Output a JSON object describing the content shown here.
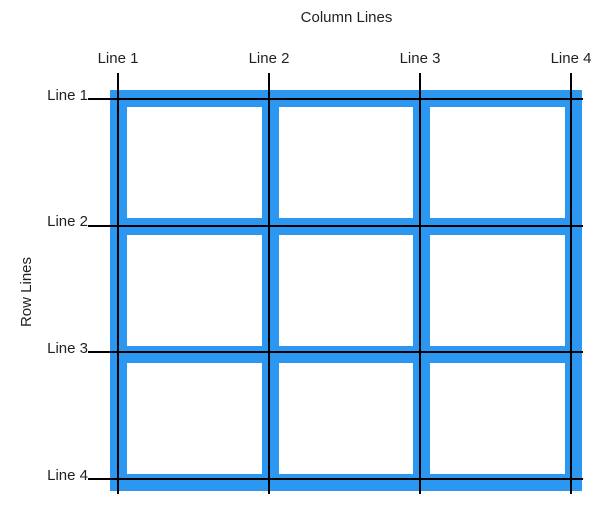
{
  "title": "Column Lines",
  "axis_left_title": "Row Lines",
  "column_lines": {
    "labels": [
      "Line 1",
      "Line 2",
      "Line 3",
      "Line 4"
    ]
  },
  "row_lines": {
    "labels": [
      "Line 1",
      "Line 2",
      "Line 3",
      "Line 4"
    ]
  },
  "grid": {
    "rows": 3,
    "cols": 3,
    "cell_count": 9
  },
  "colors": {
    "blue": "#2B97F0",
    "black": "#000000",
    "text": "#231F20",
    "cell": "#FFFFFF"
  }
}
